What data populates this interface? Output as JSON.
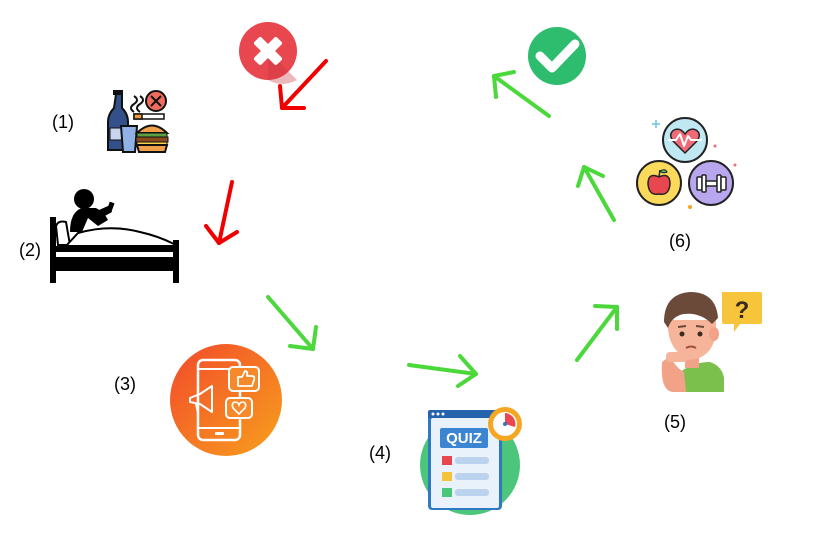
{
  "steps": [
    {
      "id": 1,
      "label": "(1)",
      "icon": "unhealthy-habits-icon"
    },
    {
      "id": 2,
      "label": "(2)",
      "icon": "bed-phone-icon"
    },
    {
      "id": 3,
      "label": "(3)",
      "icon": "social-media-phone-icon"
    },
    {
      "id": 4,
      "label": "(4)",
      "icon": "quiz-icon"
    },
    {
      "id": 5,
      "label": "(5)",
      "icon": "thinking-person-icon"
    },
    {
      "id": 6,
      "label": "(6)",
      "icon": "health-fitness-icon"
    }
  ],
  "markers": {
    "fail": {
      "icon": "x-mark-icon",
      "color": "#e8474f"
    },
    "success": {
      "icon": "check-mark-icon",
      "color": "#2ebd6e"
    }
  },
  "quiz_text": "QUIZ",
  "question_mark": "?",
  "arrow_colors": {
    "negative": "#f00000",
    "positive": "#4bd83a"
  }
}
